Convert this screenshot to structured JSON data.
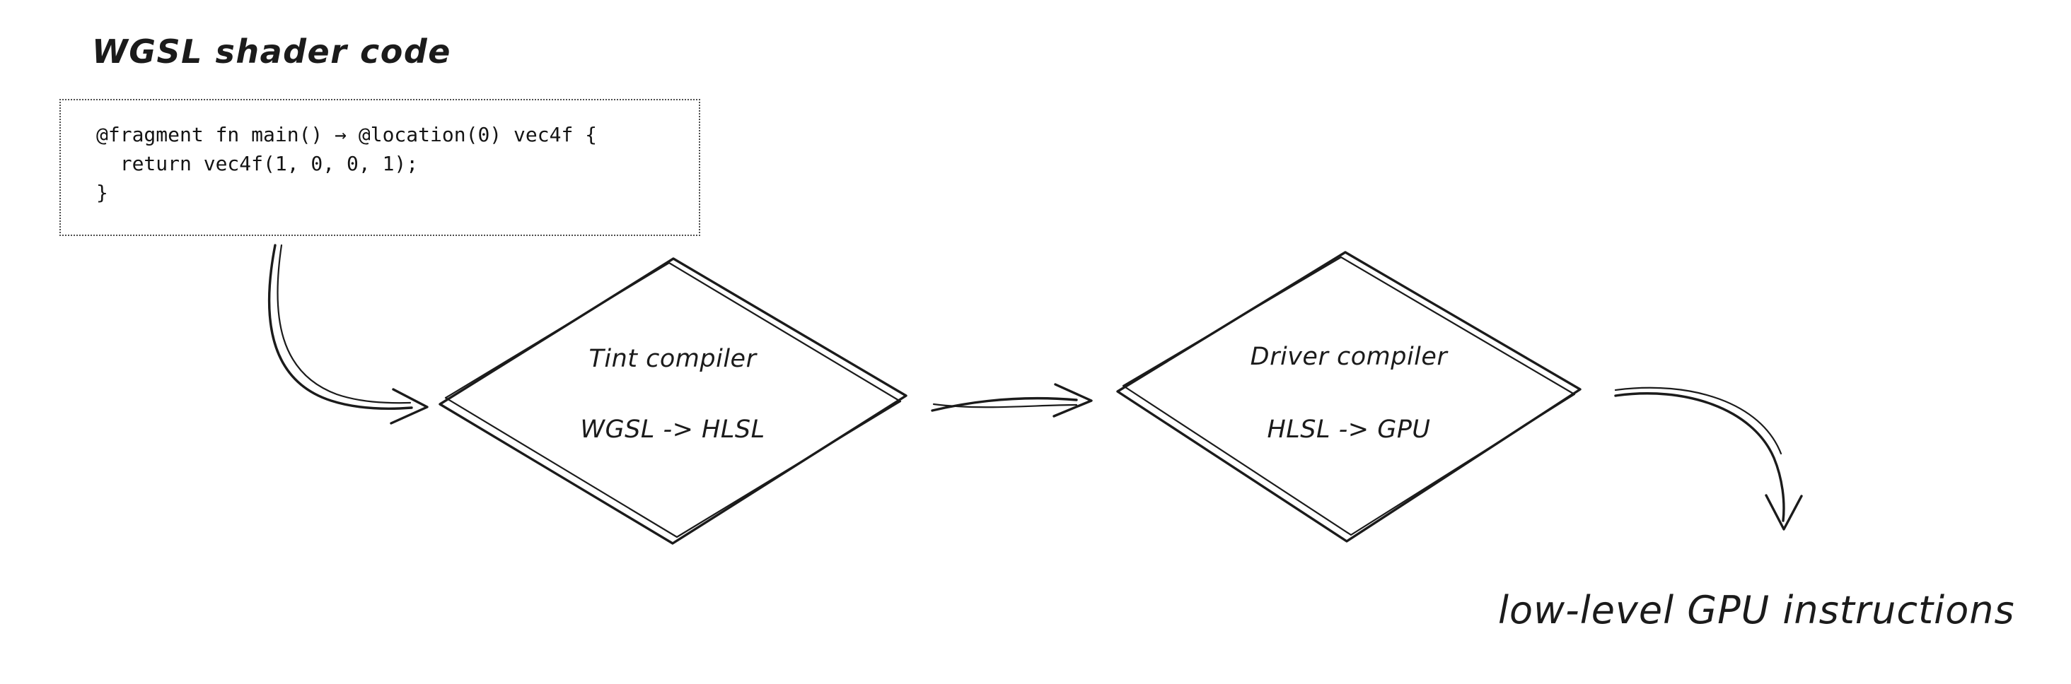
{
  "diagram": {
    "title": "WGSL shader code",
    "code_box": {
      "lines": [
        "@fragment fn main() → @location(0) vec4f {",
        "  return vec4f(1, 0, 0, 1);",
        "}"
      ]
    },
    "nodes": [
      {
        "label": "Tint compiler",
        "sublabel": "WGSL -> HLSL"
      },
      {
        "label": "Driver compiler",
        "sublabel": "HLSL -> GPU"
      }
    ],
    "output_label": "low-level GPU instructions",
    "colors": {
      "stroke": "#1b1b1b",
      "background": "#ffffff"
    }
  }
}
